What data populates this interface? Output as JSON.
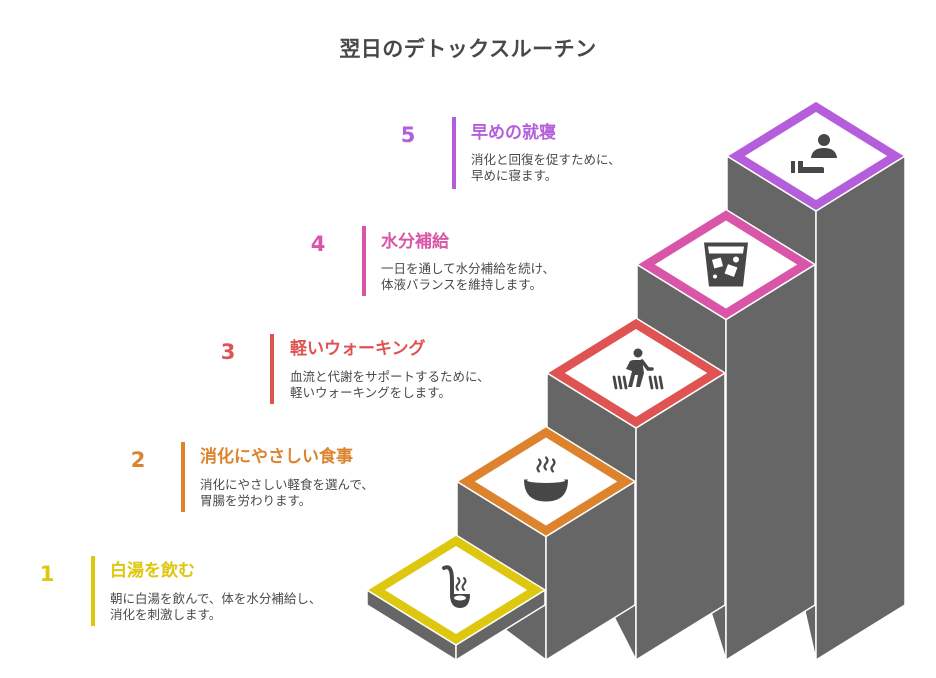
{
  "title": "翌日のデトックスルーチン",
  "steps": [
    {
      "number": "1",
      "title": "白湯を飲む",
      "desc_line1": "朝に白湯を飲んで、体を水分補給し、",
      "desc_line2": "消化を刺激します。",
      "color": "#DDC70F",
      "icon": "ladle-icon"
    },
    {
      "number": "2",
      "title": "消化にやさしい食事",
      "desc_line1": "消化にやさしい軽食を選んで、",
      "desc_line2": "胃腸を労わります。",
      "color": "#DD832E",
      "icon": "soup-bowl-icon"
    },
    {
      "number": "3",
      "title": "軽いウォーキング",
      "desc_line1": "血流と代謝をサポートするために、",
      "desc_line2": "軽いウォーキングをします。",
      "color": "#E05353",
      "icon": "walking-person-icon"
    },
    {
      "number": "4",
      "title": "水分補給",
      "desc_line1": "一日を通して水分補給を続け、",
      "desc_line2": "体液バランスを維持します。",
      "color": "#D955A8",
      "icon": "glass-with-ice-icon"
    },
    {
      "number": "5",
      "title": "早めの就寝",
      "desc_line1": "消化と回復を促すために、",
      "desc_line2": "早めに寝ます。",
      "color": "#B55EDB",
      "icon": "sleeping-person-icon"
    }
  ],
  "colors": {
    "block_face": "#666666",
    "icon": "#474747",
    "title": "#484848"
  }
}
